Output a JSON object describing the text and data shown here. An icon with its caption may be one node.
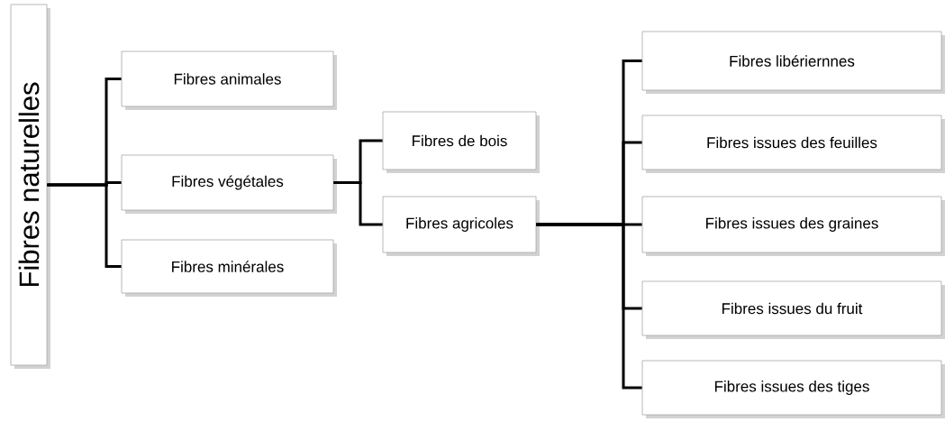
{
  "diagram": {
    "nodes": [
      {
        "text": [
          "Fibres naturelles"
        ]
      },
      {
        "text": [
          "Fibres animales"
        ]
      },
      {
        "text": [
          "Fibres végétales"
        ]
      },
      {
        "text": [
          "Fibres minérales"
        ]
      },
      {
        "text": [
          "Fibres de bois"
        ]
      },
      {
        "text": [
          "Fibres agricoles"
        ]
      },
      {
        "text": [
          "Fibres libériernnes"
        ]
      },
      {
        "text": [
          "Fibres issues des feuilles"
        ]
      },
      {
        "text": [
          "Fibres issues des graines"
        ]
      },
      {
        "text": [
          "Fibres issues du fruit"
        ]
      },
      {
        "text": [
          "Fibres issues des tiges"
        ]
      }
    ],
    "edges": [
      {
        "from": 0,
        "to": 1,
        "arrow": "none"
      },
      {
        "from": 0,
        "to": 2,
        "arrow": "none"
      },
      {
        "from": 0,
        "to": 3,
        "arrow": "none"
      },
      {
        "from": 2,
        "to": 4,
        "arrow": "none"
      },
      {
        "from": 2,
        "to": 5,
        "arrow": "none"
      },
      {
        "from": 5,
        "to": 6,
        "arrow": "none"
      },
      {
        "from": 5,
        "to": 7,
        "arrow": "none"
      },
      {
        "from": 5,
        "to": 8,
        "arrow": "none"
      },
      {
        "from": 5,
        "to": 9,
        "arrow": "none"
      },
      {
        "from": 5,
        "to": 10,
        "arrow": "none"
      }
    ]
  }
}
